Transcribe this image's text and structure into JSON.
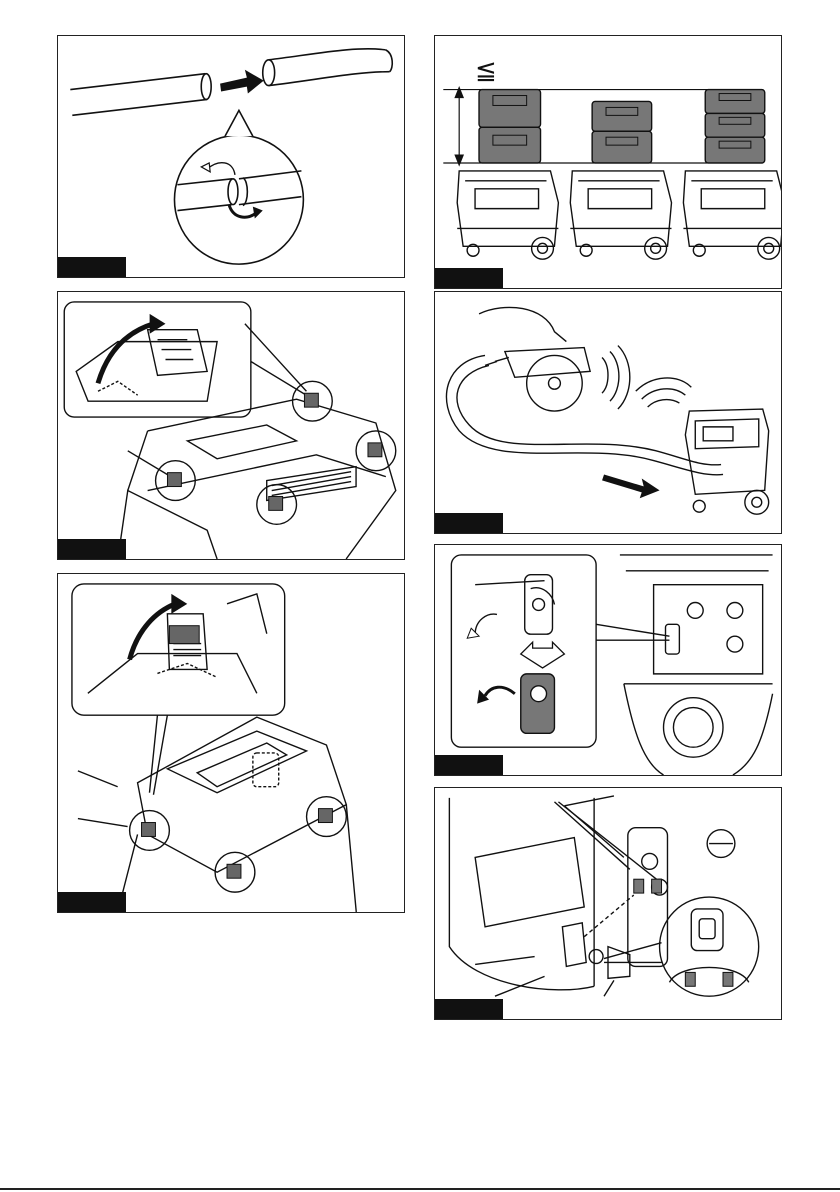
{
  "figures": [
    {
      "id": "fig-hose-connect",
      "tag": ""
    },
    {
      "id": "fig-stack-height",
      "tag": "",
      "symbol": "≦"
    },
    {
      "id": "fig-lid-latch-single",
      "tag": ""
    },
    {
      "id": "fig-saw-vacuum",
      "tag": ""
    },
    {
      "id": "fig-lid-latch-full",
      "tag": ""
    },
    {
      "id": "fig-cover-screw",
      "tag": ""
    },
    {
      "id": "fig-bluetooth-adapter",
      "tag": ""
    }
  ]
}
